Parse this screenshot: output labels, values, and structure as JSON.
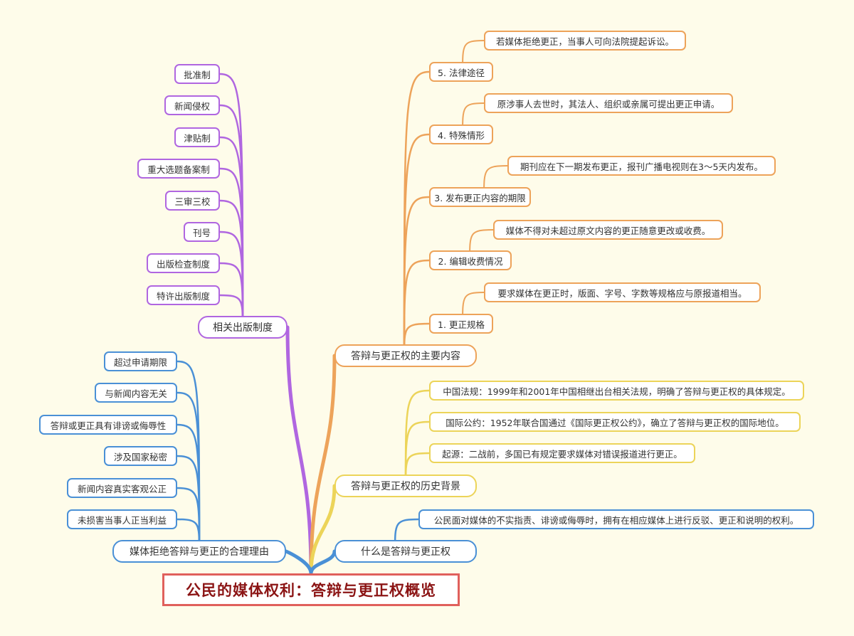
{
  "root": {
    "title": "公民的媒体权利：答辩与更正权概览"
  },
  "colors": {
    "background": "#fefcea",
    "root_border": "#e0605c",
    "root_text": "#8b1414",
    "purple": "#b066e0",
    "orange": "#eda35a",
    "yellow": "#ecd459",
    "blue": "#4a90d6"
  },
  "branches": {
    "publishing_system": {
      "label": "相关出版制度",
      "children": [
        "批准制",
        "新闻侵权",
        "津贴制",
        "重大选题备案制",
        "三审三校",
        "刊号",
        "出版检查制度",
        "特许出版制度"
      ]
    },
    "refusal_reasons": {
      "label": "媒体拒绝答辩与更正的合理理由",
      "children": [
        "超过申请期限",
        "与新闻内容无关",
        "答辩或更正具有诽谤或侮辱性",
        "涉及国家秘密",
        "新闻内容真实客观公正",
        "未损害当事人正当利益"
      ]
    },
    "main_content": {
      "label": "答辩与更正权的主要内容",
      "items": [
        {
          "label": "5. 法律途径",
          "detail": "若媒体拒绝更正，当事人可向法院提起诉讼。"
        },
        {
          "label": "4. 特殊情形",
          "detail": "原涉事人去世时，其法人、组织或亲属可提出更正申请。"
        },
        {
          "label": "3. 发布更正内容的期限",
          "detail": "期刊应在下一期发布更正，报刊广播电视则在3～5天内发布。"
        },
        {
          "label": "2. 编辑收费情况",
          "detail": "媒体不得对未超过原文内容的更正随意更改或收费。"
        },
        {
          "label": "1. 更正规格",
          "detail": "要求媒体在更正时，版面、字号、字数等规格应与原报道相当。"
        }
      ]
    },
    "history": {
      "label": "答辩与更正权的历史背景",
      "children": [
        "中国法规：1999年和2001年中国相继出台相关法规，明确了答辩与更正权的具体规定。",
        "国际公约：1952年联合国通过《国际更正权公约》，确立了答辩与更正权的国际地位。",
        "起源：二战前，多国已有规定要求媒体对错误报道进行更正。"
      ]
    },
    "definition": {
      "label": "什么是答辩与更正权",
      "children": [
        "公民面对媒体的不实指责、诽谤或侮辱时，拥有在相应媒体上进行反驳、更正和说明的权利。"
      ]
    }
  }
}
